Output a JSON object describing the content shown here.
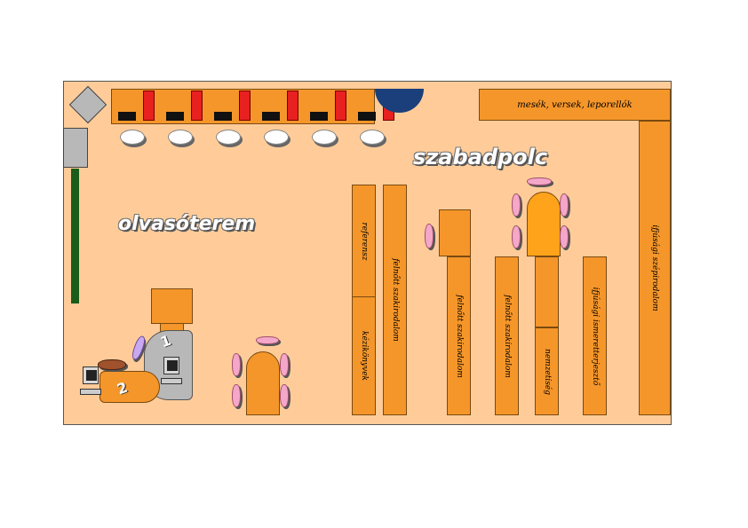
{
  "areas": {
    "reading_room": "olvasóterem",
    "open_shelf": "szabadpolc"
  },
  "shelves": {
    "top_right": "mesék, versek, leporellók",
    "reference": "referensz",
    "manuals": "kézikönyvek",
    "adult_fiction_1": "felnőtt szakirodalom",
    "adult_fiction_2": "felnőtt szakirodalom",
    "adult_fiction_3": "felnőtt szakirodalom",
    "national": "nemzetiség",
    "youth_nonfiction": "ifjúsági ismeretterjesztő",
    "youth_fiction": "ifjúsági szépirodalom"
  },
  "desks": {
    "desk_1": "1",
    "desk_2": "2"
  },
  "colors": {
    "floor": "#ffcc99",
    "shelf": "#f5962a",
    "table": "#f5962a",
    "chair_pink": "#f4a7c8",
    "pc_red": "#e82020",
    "blue_element": "#1a3f7a",
    "wall_green": "#1a5c1a",
    "gray": "#b8b8b8"
  }
}
